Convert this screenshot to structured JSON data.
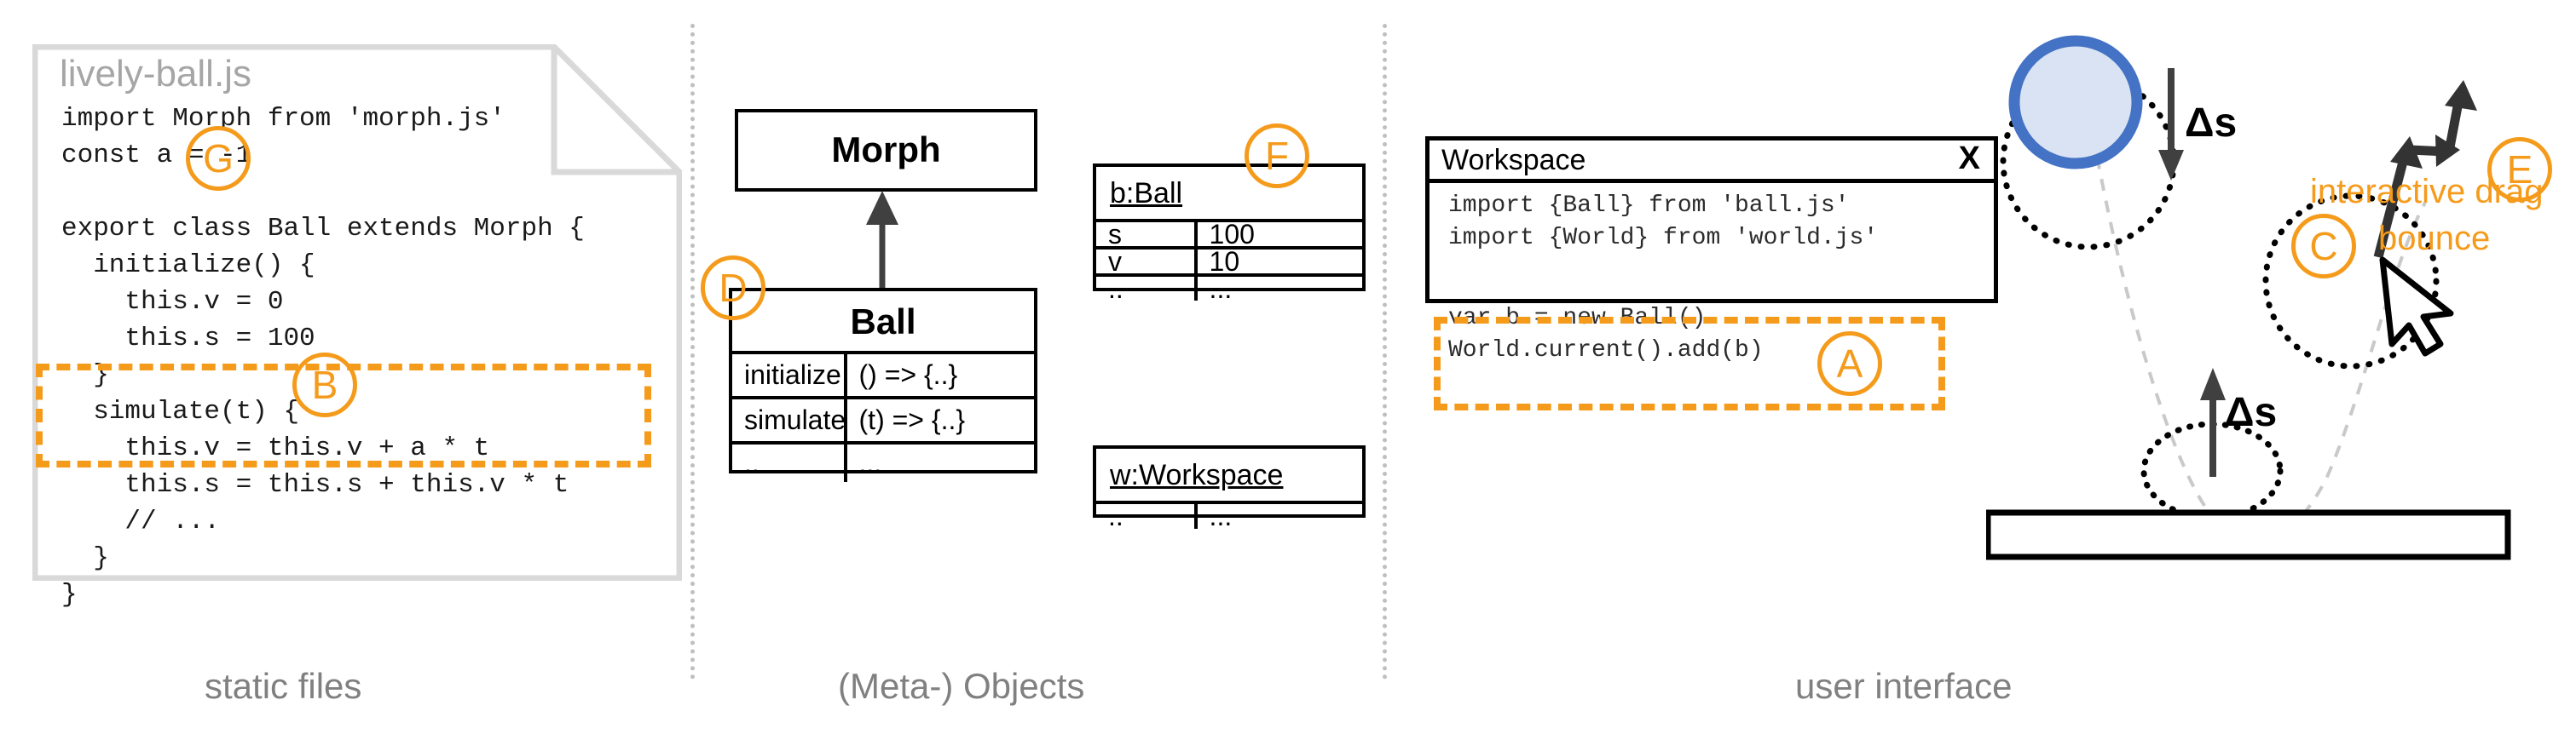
{
  "captions": {
    "static_files": "static files",
    "meta_objects": "(Meta-) Objects",
    "user_interface": "user interface"
  },
  "colors": {
    "accent_orange": "#f59b1c",
    "ball_fill": "#dae3f3",
    "ball_stroke": "#4472c4",
    "separator_gray": "#bfbfbf",
    "caption_gray": "#808080",
    "file_title_gray": "#a6a6a6",
    "arrow_dark": "#404040",
    "trajectory_gray": "#bfbfbf"
  },
  "static_files_panel": {
    "file_name": "lively-ball.js",
    "code": "import Morph from 'morph.js'\nconst a = -1\n\nexport class Ball extends Morph {\n  initialize() {\n    this.v = 0\n    this.s = 100\n  }\n  simulate(t) {\n    this.v = this.v + a * t\n    this.s = this.s + this.v * t\n    // ...\n  }\n}",
    "markers": [
      {
        "id": "G",
        "label": "G"
      },
      {
        "id": "B",
        "label": "B"
      }
    ]
  },
  "meta_objects_panel": {
    "class_morph": {
      "title": "Morph"
    },
    "class_ball": {
      "title": "Ball",
      "rows": [
        {
          "name": "initialize",
          "value": "() => {..}"
        },
        {
          "name": "simulate",
          "value": "(t) => {..}"
        },
        {
          "name": "..",
          "value": "..."
        }
      ]
    },
    "object_ball": {
      "header": "b:Ball",
      "rows": [
        {
          "name": "s",
          "value": "100"
        },
        {
          "name": "v",
          "value": "10"
        },
        {
          "name": "..",
          "value": "..."
        }
      ]
    },
    "object_workspace": {
      "header": "w:Workspace",
      "rows": [
        {
          "name": "..",
          "value": "..."
        }
      ]
    },
    "markers": [
      {
        "id": "D",
        "label": "D"
      },
      {
        "id": "F",
        "label": "F"
      }
    ]
  },
  "user_interface_panel": {
    "workspace_window": {
      "title": "Workspace",
      "close_label": "X",
      "code_top": "import {Ball} from 'ball.js'\nimport {World} from 'world.js'",
      "code_highlighted": "var b = new Ball()\nWorld.current().add(b)"
    },
    "simulation": {
      "delta_label_top": "Δs",
      "delta_label_bottom": "Δs",
      "bounce_label": "bounce",
      "drag_label": "interactive drag"
    },
    "markers": [
      {
        "id": "A",
        "label": "A"
      },
      {
        "id": "C",
        "label": "C"
      },
      {
        "id": "E",
        "label": "E"
      }
    ]
  }
}
